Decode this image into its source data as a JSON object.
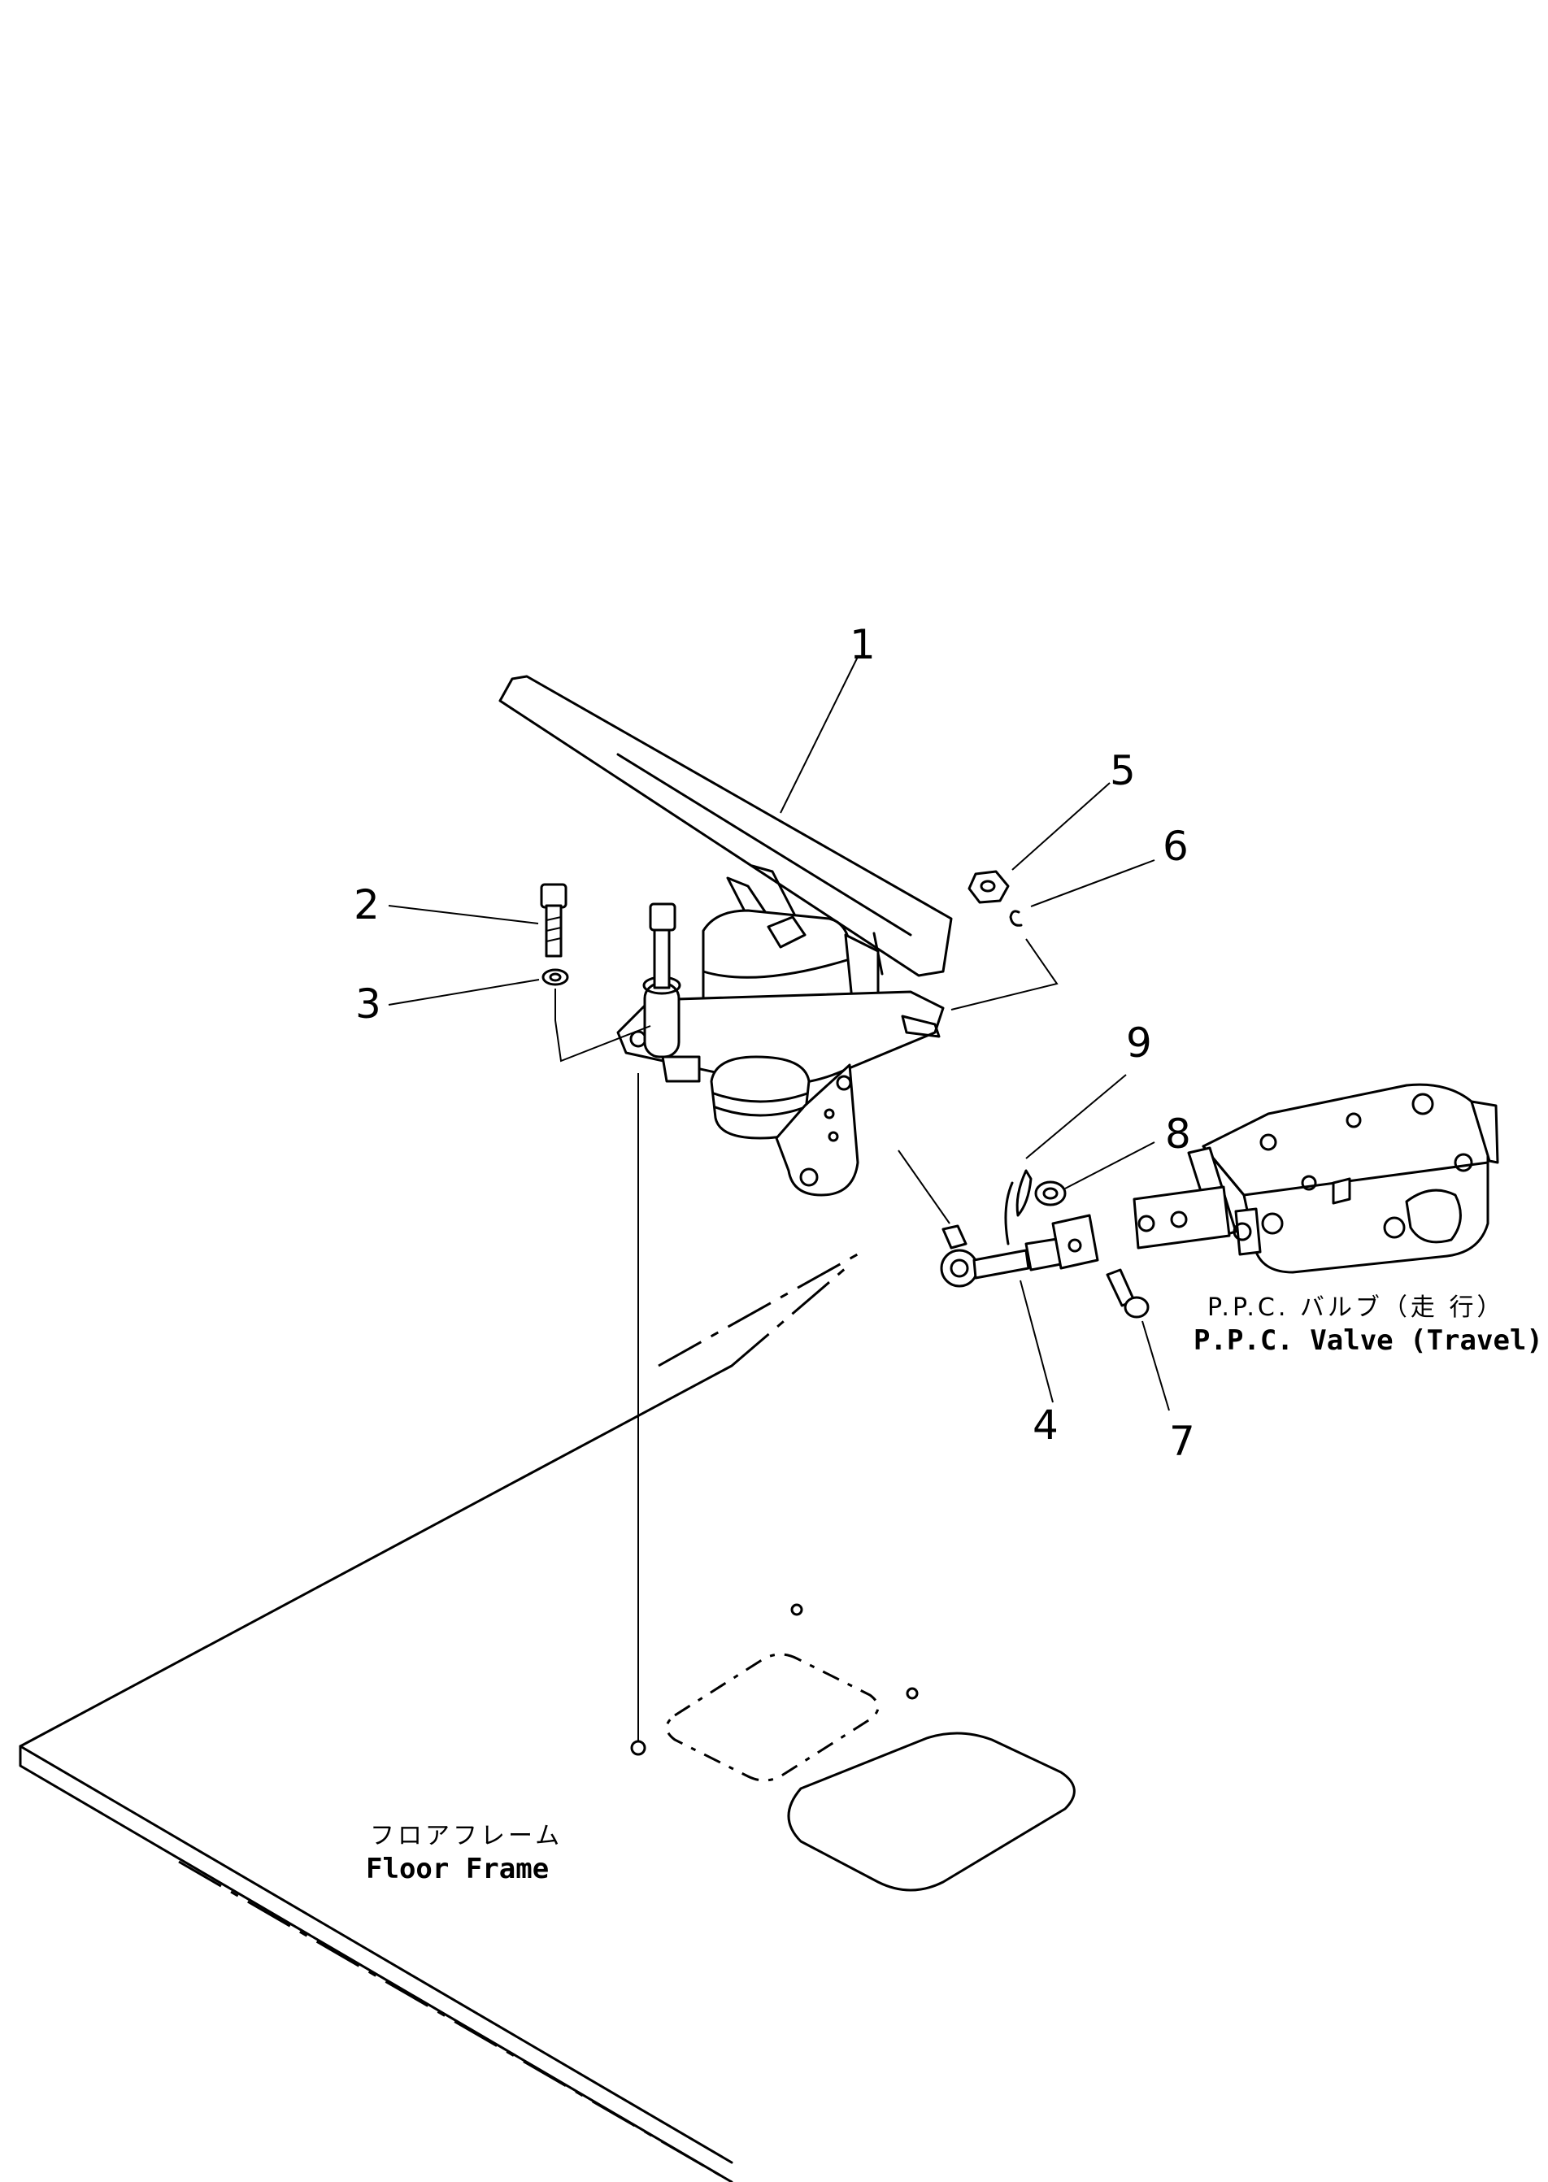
{
  "callouts": [
    {
      "id": "1",
      "text": "1"
    },
    {
      "id": "2",
      "text": "2"
    },
    {
      "id": "3",
      "text": "3"
    },
    {
      "id": "4",
      "text": "4"
    },
    {
      "id": "5",
      "text": "5"
    },
    {
      "id": "6",
      "text": "6"
    },
    {
      "id": "7",
      "text": "7"
    },
    {
      "id": "8",
      "text": "8"
    },
    {
      "id": "9",
      "text": "9"
    }
  ],
  "labels": {
    "ppc_valve_jp": "P.P.C. バルブ（走 行）",
    "ppc_valve_en": "P.P.C. Valve (Travel)",
    "floor_frame_jp": "フロアフレーム",
    "floor_frame_en": "Floor Frame"
  }
}
